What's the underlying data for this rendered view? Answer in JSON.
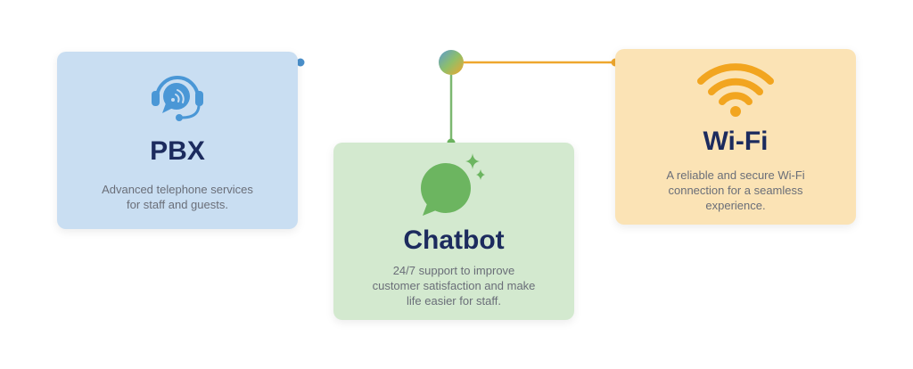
{
  "nodes": [
    {
      "id": "pbx",
      "title": "PBX",
      "description_lines": [
        "Advanced telephone services",
        "for staff and guests."
      ],
      "icon": "headset-chat-icon",
      "color": "#c9def2",
      "accent": "#4a97d6"
    },
    {
      "id": "chatbot",
      "title": "Chatbot",
      "description_lines": [
        "24/7 support to improve",
        "customer satisfaction and make",
        "life easier for staff."
      ],
      "icon": "chat-bubble-sparkle-icon",
      "color": "#d3e9cf",
      "accent": "#6cb560"
    },
    {
      "id": "wifi",
      "title": "Wi-Fi",
      "description_lines": [
        "A reliable and secure Wi-Fi",
        "connection for a seamless",
        "experience."
      ],
      "icon": "wifi-icon",
      "color": "#fbe3b5",
      "accent": "#f2a51f"
    }
  ],
  "hub": {
    "icon": "gradient-hub-node"
  },
  "colors": {
    "title": "#1c2b5e",
    "text": "#6a6e78",
    "line_blue": "#5b9bd0",
    "line_green": "#7cb870",
    "line_orange": "#eea72e"
  }
}
